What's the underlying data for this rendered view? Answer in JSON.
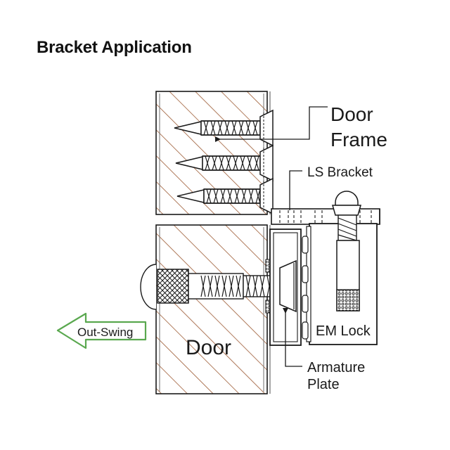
{
  "page": {
    "title": "Bracket Application",
    "background_color": "#ffffff"
  },
  "colors": {
    "line": "#1a1a1a",
    "hatch": "#9c5a33",
    "arrow_outline": "#5aa84f",
    "arrow_fill": "#ffffff",
    "text": "#1a1a1a"
  },
  "diagram": {
    "type": "technical-cross-section",
    "labels": {
      "door_frame": "Door\nFrame",
      "door_frame_line1": "Door",
      "door_frame_line2": "Frame",
      "ls_bracket": "LS Bracket",
      "em_lock": "EM Lock",
      "armature_plate_line1": "Armature",
      "armature_plate_line2": "Plate",
      "door": "Door",
      "out_swing": "Out-Swing"
    },
    "components": [
      {
        "name": "door-frame",
        "label": "Door Frame",
        "hatched": true
      },
      {
        "name": "door",
        "label": "Door",
        "hatched": true
      },
      {
        "name": "ls-bracket",
        "label": "LS Bracket",
        "hatched": false
      },
      {
        "name": "em-lock",
        "label": "EM Lock",
        "hatched": false
      },
      {
        "name": "armature-plate",
        "label": "Armature Plate",
        "hatched": false
      }
    ],
    "fasteners": {
      "frame_screws_count": 3,
      "frame_screw_type": "countersunk-wood-screw",
      "through_bolt_type": "knurled-head-through-bolt",
      "lock_bolt_type": "dome-head-hex-bolt"
    },
    "direction_indicator": {
      "label": "Out-Swing",
      "points": "left"
    }
  }
}
